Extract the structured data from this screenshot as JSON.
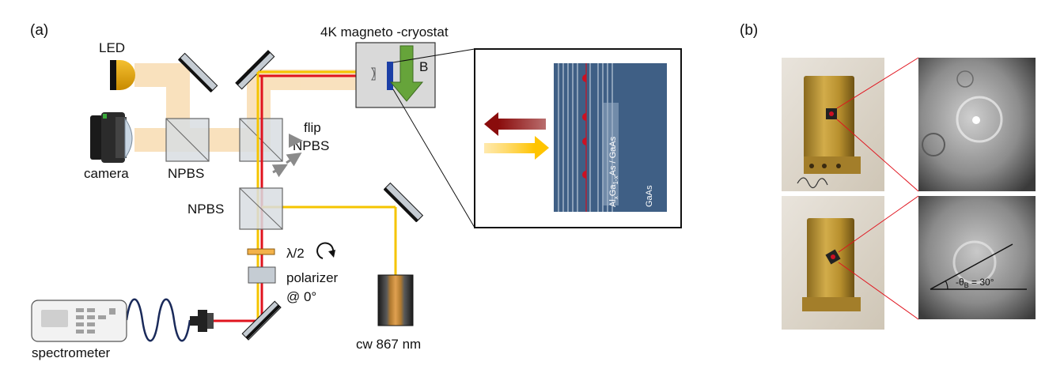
{
  "panel_a": {
    "label": "(a)",
    "led": "LED",
    "camera": "camera",
    "npbs_cam": "NPBS",
    "flip": "flip",
    "flip_npbs": "NPBS",
    "cryostat": "4K magneto -cryostat",
    "field": "B",
    "npbs_main": "NPBS",
    "halfwave": "λ/2",
    "polarizer": "polarizer",
    "pol_angle": "@ 0°",
    "spectrometer": "spectrometer",
    "laser": "cw 867 nm",
    "inset_layer_main": "Al",
    "inset_sub_x": "x",
    "inset_layer_mid": "Ga",
    "inset_sub_1x": "1-x",
    "inset_layer_tail": "As / GaAs",
    "inset_substrate": "GaAs"
  },
  "panel_b": {
    "label": "(b)",
    "angle_prefix": "-θ",
    "angle_sub": "B",
    "angle_value": " = 30°"
  },
  "colors": {
    "excitation": "#f5c400",
    "signal": "#e0141e",
    "led_beam": "#f7d7a8",
    "optic": "#c5ccd3",
    "inset_blue": "#3f5f85",
    "dot": "#cc1122"
  }
}
